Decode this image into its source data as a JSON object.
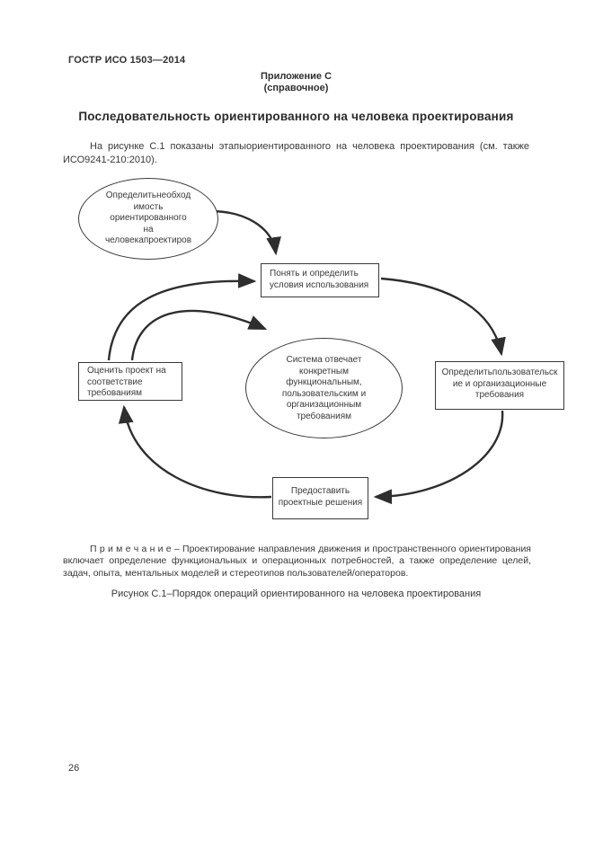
{
  "page": {
    "header": "ГОСТР ИСО 1503—2014",
    "annex_title": "Приложение С",
    "annex_subtitle": "(справочное)",
    "title": "Последовательность ориентированного на человека проектирования",
    "intro": "На рисунке С.1 показаны этапыориентированного на человека проектирования (см. также ИСО9241-210:2010).",
    "note": "П р и м е ч а н и е  –  Проектирование направления движения и пространственного ориентирования включает определение функциональных и операционных потребностей, а также определение целей, задач, опыта, ментальных моделей и стереотипов пользователей/операторов.",
    "caption": "Рисунок С.1–Порядок операций ориентированного на человека проектирования",
    "page_number": "26"
  },
  "diagram": {
    "ellipse_need": "Определитьнеобход\nимость\nориентированного\nна\nчеловекапроектиров",
    "box_understand": "Понять и определить\nусловия использования",
    "box_evaluate": "Оценить проект  на\nсоответствие\nтребованиям",
    "ellipse_system": "Система отвечает\nконкретным\nфункциональным,\nпользовательским и\nорганизационным\nтребованиям",
    "box_specify": "Определитьпользовательск\nие и организационные\nтребования",
    "box_provide": "Предоставить\nпроектные решения"
  },
  "colors": {
    "paper": "#ffffff",
    "ink": "#383838",
    "diagram_stroke": "#2e2e2e"
  }
}
